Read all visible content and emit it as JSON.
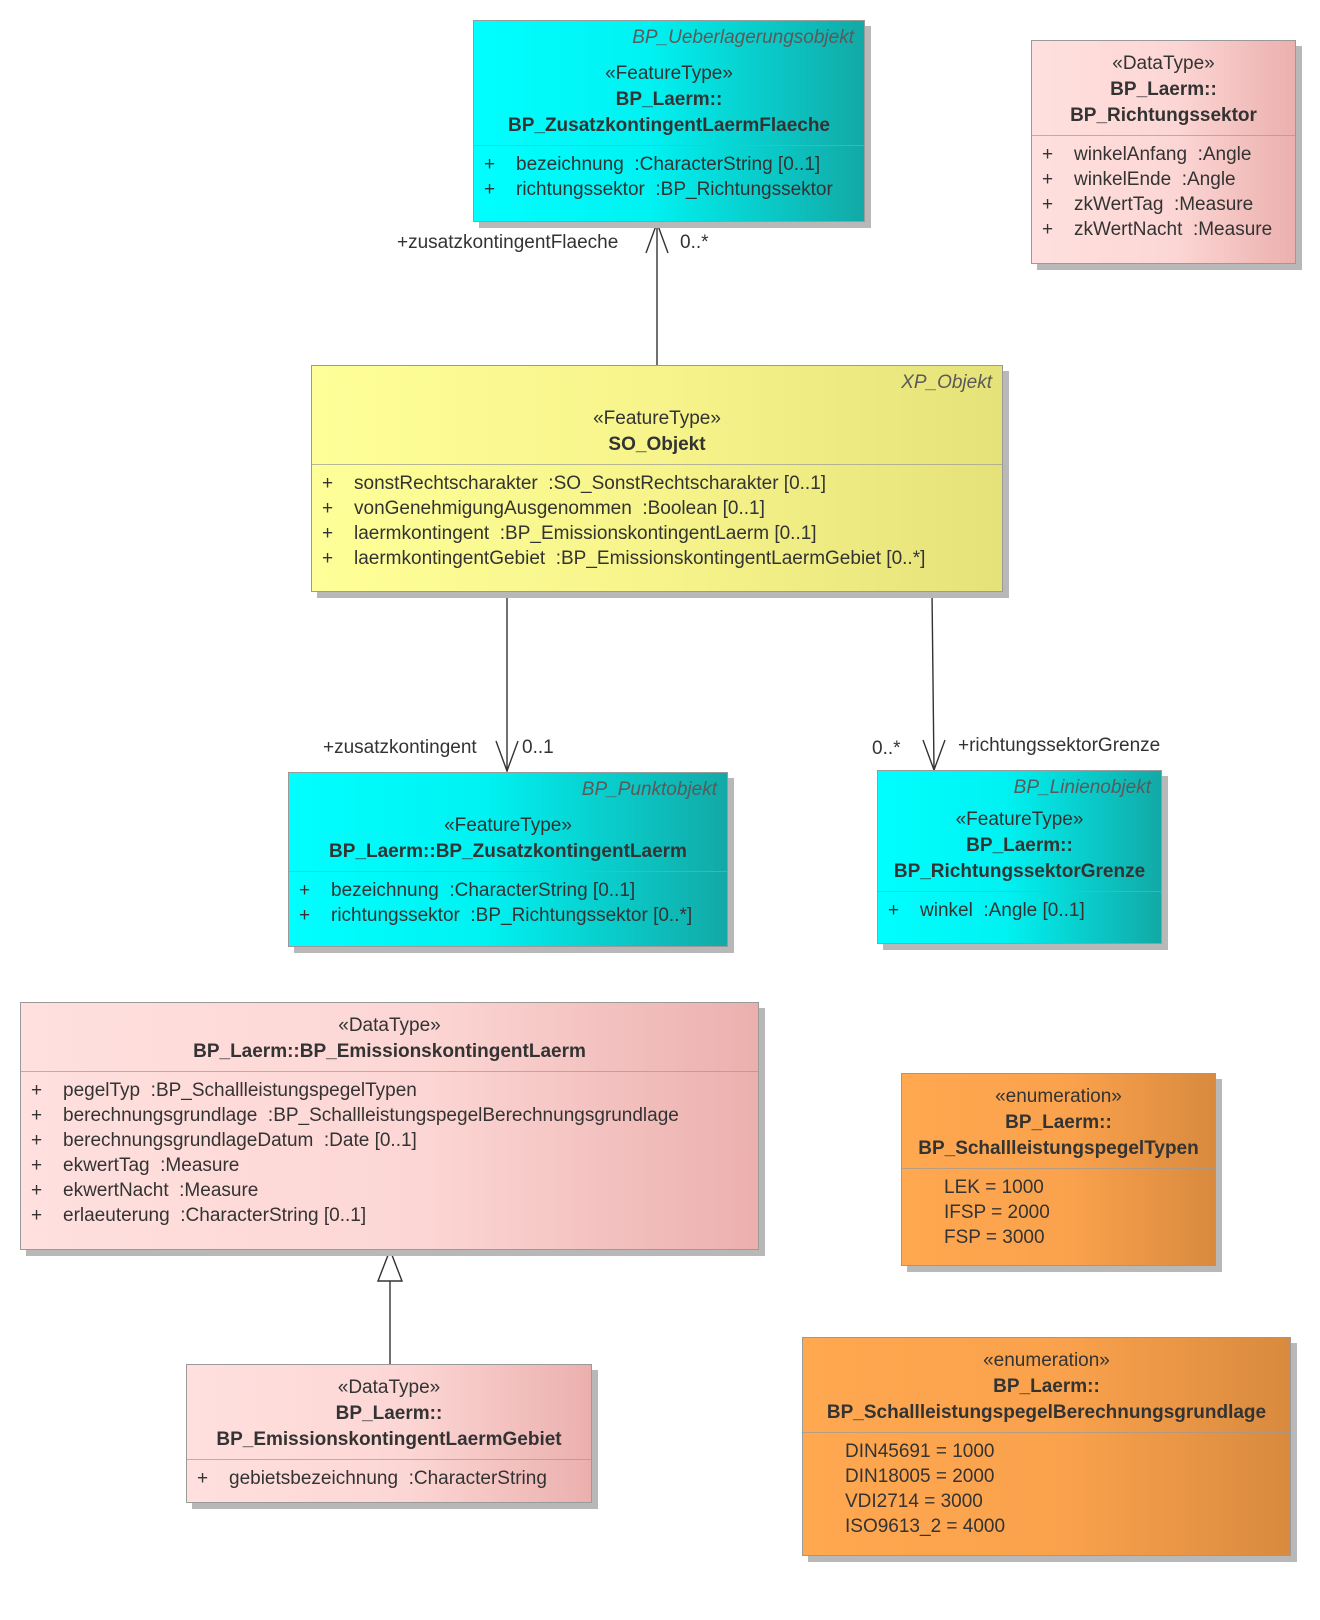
{
  "classes": {
    "zusatzflaeche": {
      "parent": "BP_Ueberlagerungsobjekt",
      "stereotype": "«FeatureType»",
      "name_line1": "BP_Laerm::",
      "name_line2": "BP_ZusatzkontingentLaermFlaeche",
      "attrs": [
        {
          "vis": "+",
          "text": "bezeichnung  :CharacterString [0..1]"
        },
        {
          "vis": "+",
          "text": "richtungssektor  :BP_Richtungssektor"
        }
      ]
    },
    "richtungssektor": {
      "stereotype": "«DataType»",
      "name_line1": "BP_Laerm::",
      "name_line2": "BP_Richtungssektor",
      "attrs": [
        {
          "vis": "+",
          "text": "winkelAnfang  :Angle"
        },
        {
          "vis": "+",
          "text": "winkelEnde  :Angle"
        },
        {
          "vis": "+",
          "text": "zkWertTag  :Measure"
        },
        {
          "vis": "+",
          "text": "zkWertNacht  :Measure"
        }
      ]
    },
    "soobjekt": {
      "parent": "XP_Objekt",
      "stereotype": "«FeatureType»",
      "name_line1": "SO_Objekt",
      "attrs": [
        {
          "vis": "+",
          "text": "sonstRechtscharakter  :SO_SonstRechtscharakter [0..1]"
        },
        {
          "vis": "+",
          "text": "vonGenehmigungAusgenommen  :Boolean [0..1]"
        },
        {
          "vis": "+",
          "text": "laermkontingent  :BP_EmissionskontingentLaerm [0..1]"
        },
        {
          "vis": "+",
          "text": "laermkontingentGebiet  :BP_EmissionskontingentLaermGebiet [0..*]"
        }
      ]
    },
    "zusatzkontingent": {
      "parent": "BP_Punktobjekt",
      "stereotype": "«FeatureType»",
      "name_line1": "BP_Laerm::BP_ZusatzkontingentLaerm",
      "attrs": [
        {
          "vis": "+",
          "text": "bezeichnung  :CharacterString [0..1]"
        },
        {
          "vis": "+",
          "text": "richtungssektor  :BP_Richtungssektor [0..*]"
        }
      ]
    },
    "richtungsgrenze": {
      "parent": "BP_Linienobjekt",
      "stereotype": "«FeatureType»",
      "name_line1": "BP_Laerm::",
      "name_line2": "BP_RichtungssektorGrenze",
      "attrs": [
        {
          "vis": "+",
          "text": "winkel  :Angle [0..1]"
        }
      ]
    },
    "emission": {
      "stereotype": "«DataType»",
      "name_line1": "BP_Laerm::BP_EmissionskontingentLaerm",
      "attrs": [
        {
          "vis": "+",
          "text": "pegelTyp  :BP_SchallleistungspegelTypen"
        },
        {
          "vis": "+",
          "text": "berechnungsgrundlage  :BP_SchallleistungspegelBerechnungsgrundlage"
        },
        {
          "vis": "+",
          "text": "berechnungsgrundlageDatum  :Date [0..1]"
        },
        {
          "vis": "+",
          "text": "ekwertTag  :Measure"
        },
        {
          "vis": "+",
          "text": "ekwertNacht  :Measure"
        },
        {
          "vis": "+",
          "text": "erlaeuterung  :CharacterString [0..1]"
        }
      ]
    },
    "emissiongebiet": {
      "stereotype": "«DataType»",
      "name_line1": "BP_Laerm::",
      "name_line2": "BP_EmissionskontingentLaermGebiet",
      "attrs": [
        {
          "vis": "+",
          "text": "gebietsbezeichnung  :CharacterString"
        }
      ]
    },
    "pegeltypen": {
      "stereotype": "«enumeration»",
      "name_line1": "BP_Laerm::",
      "name_line2": "BP_SchallleistungspegelTypen",
      "literals": [
        "LEK = 1000",
        "IFSP = 2000",
        "FSP = 3000"
      ]
    },
    "berechnung": {
      "stereotype": "«enumeration»",
      "name_line1": "BP_Laerm::",
      "name_line2": "BP_SchallleistungspegelBerechnungsgrundlage",
      "literals": [
        "DIN45691 = 1000",
        "DIN18005 = 2000",
        "VDI2714 = 3000",
        "ISO9613_2 = 4000"
      ]
    }
  },
  "associations": {
    "flaeche_role": "+zusatzkontingentFlaeche",
    "flaeche_mult": "0..*",
    "zusatz_role": "+zusatzkontingent",
    "zusatz_mult": "0..1",
    "grenze_mult": "0..*",
    "grenze_role": "+richtungssektorGrenze"
  }
}
